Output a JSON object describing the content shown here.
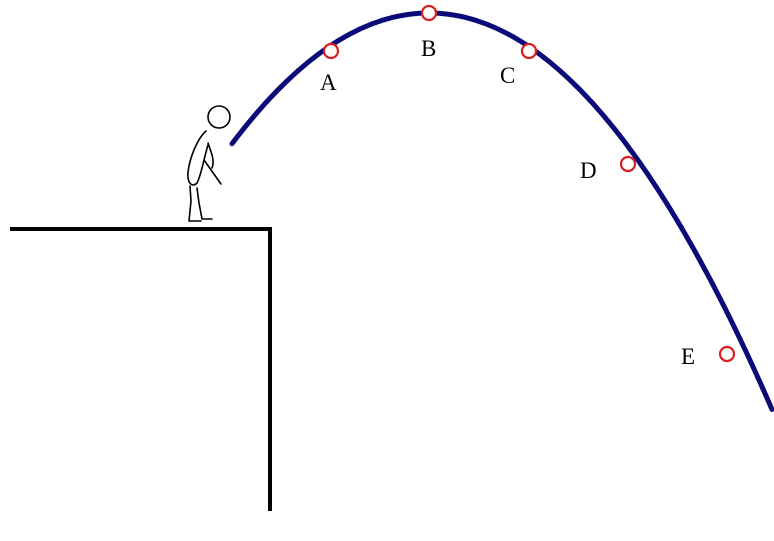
{
  "colors": {
    "trajectory": "#0a0a78",
    "marker_stroke": "#d81e1e",
    "marker_fill": "#ffffff",
    "ground": "#000000",
    "figure": "#000000"
  },
  "points": [
    {
      "label": "A"
    },
    {
      "label": "B"
    },
    {
      "label": "C"
    },
    {
      "label": "D"
    },
    {
      "label": "E"
    }
  ]
}
